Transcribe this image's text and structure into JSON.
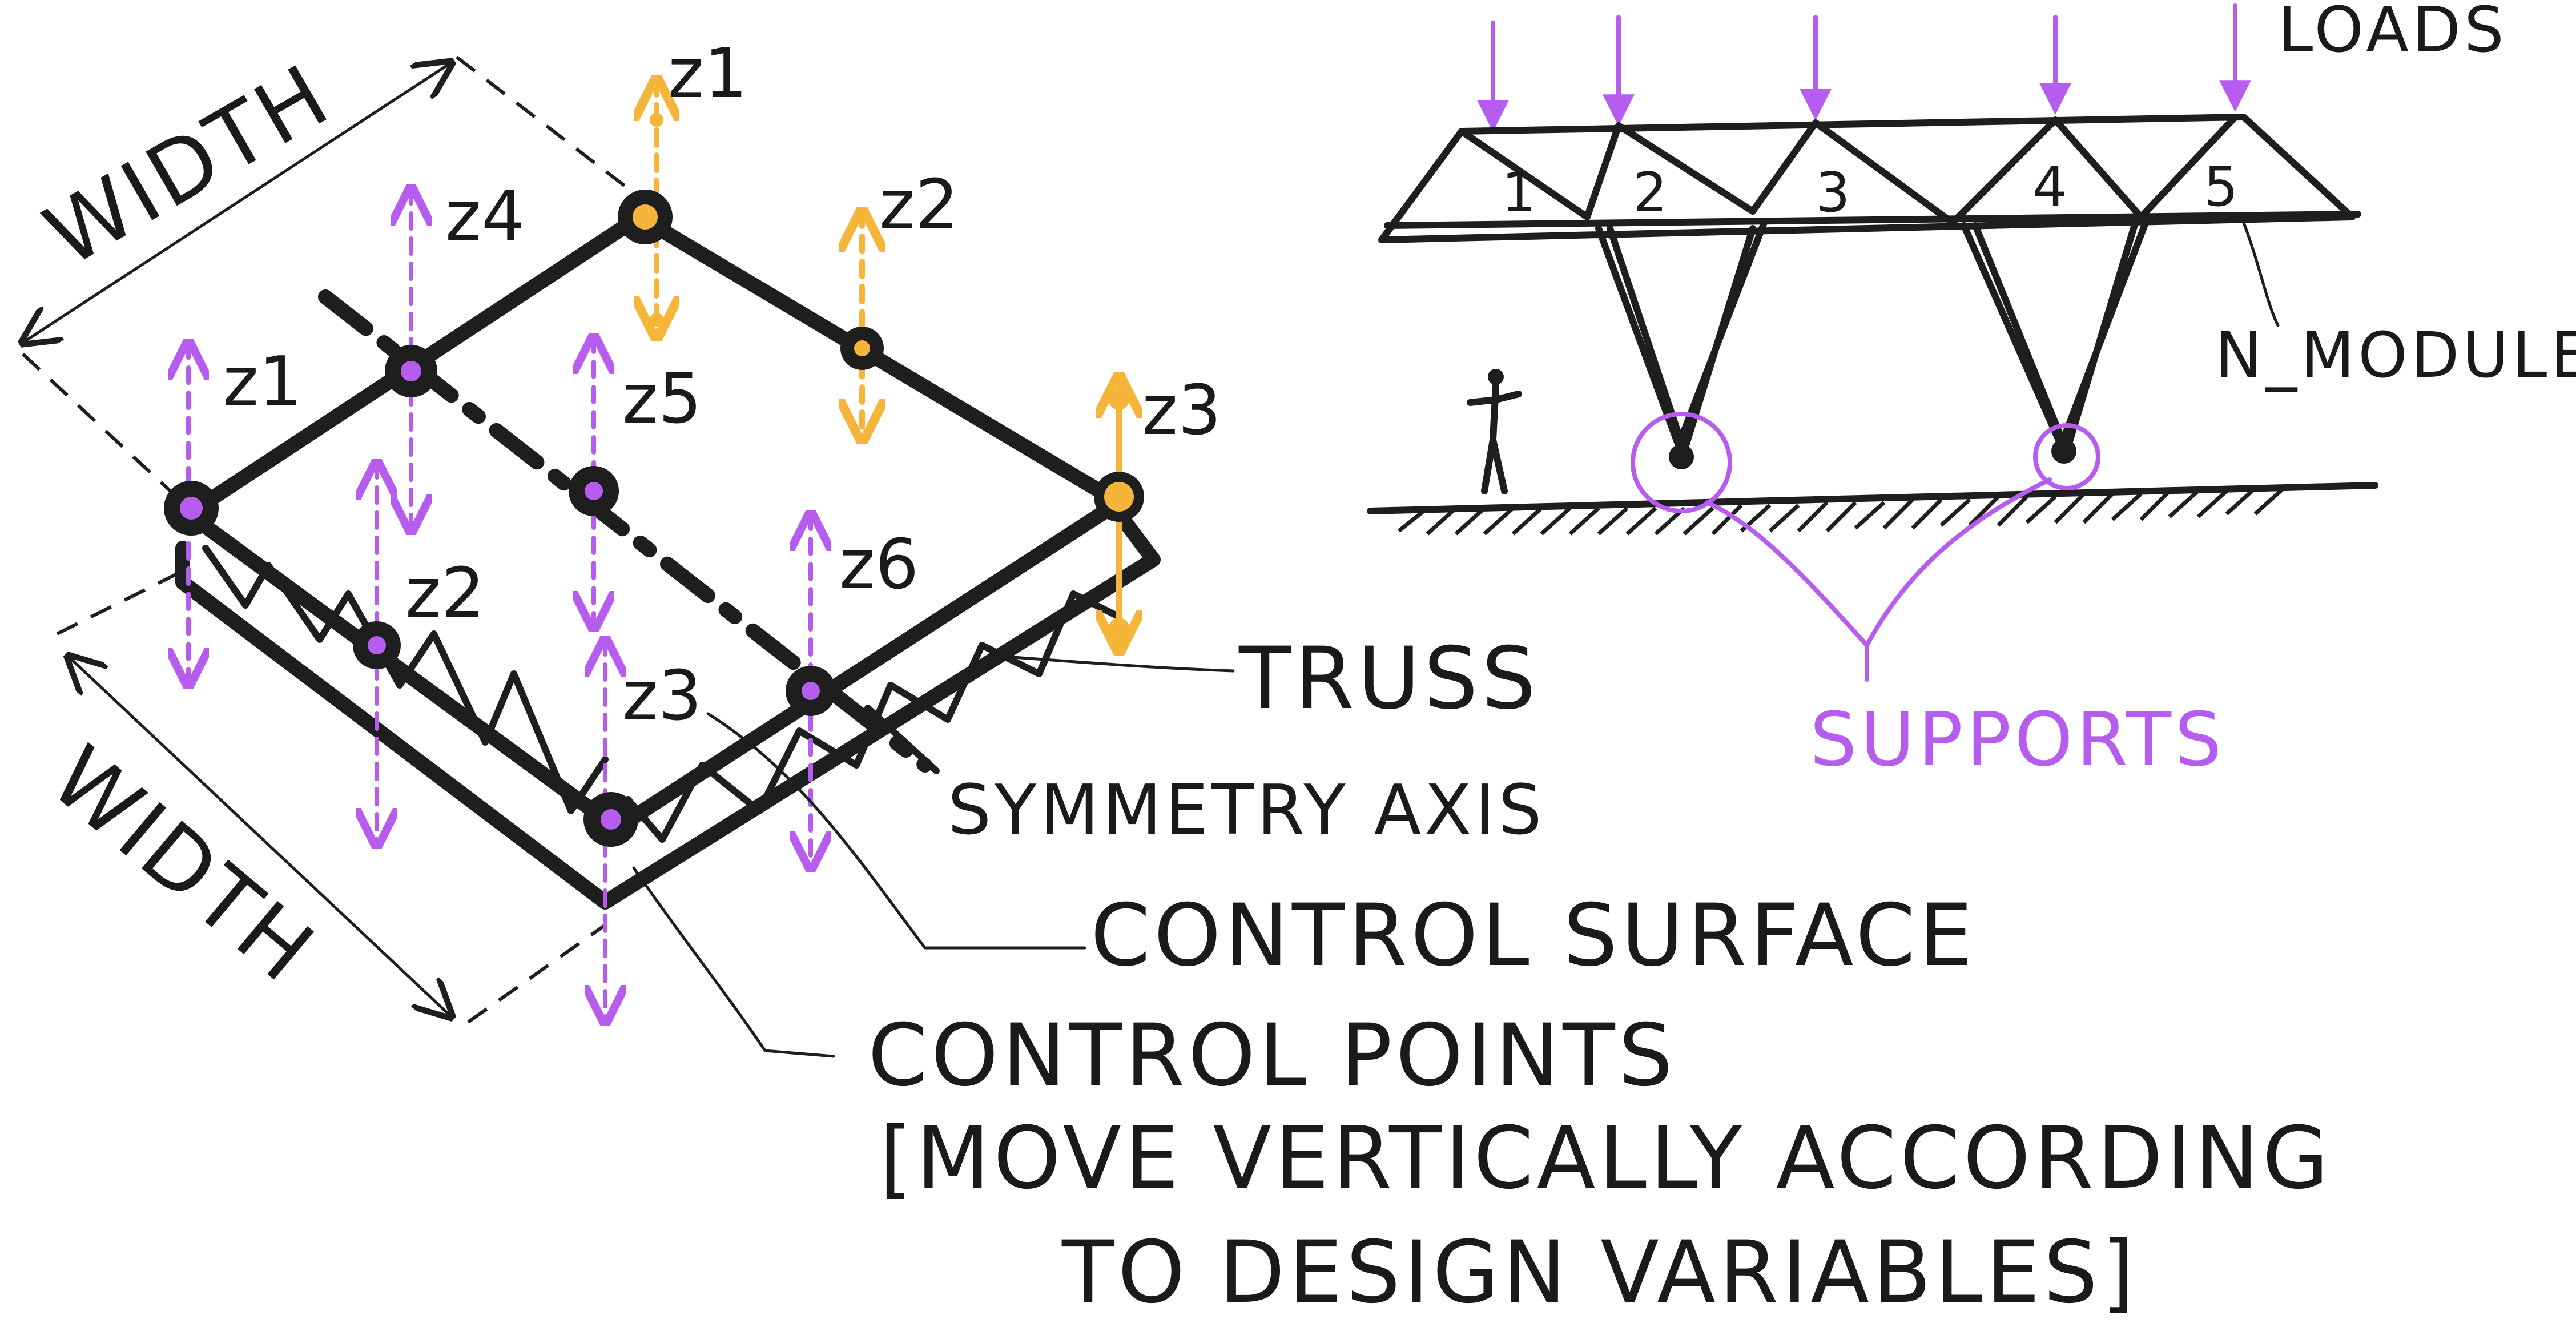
{
  "left_diagram": {
    "width_label_top": "WIDTH",
    "width_label_bottom": "WIDTH",
    "orange_points": [
      "z1",
      "z2",
      "z3"
    ],
    "purple_points": [
      "z1",
      "z4",
      "z2",
      "z5",
      "z3",
      "z6"
    ],
    "label_truss": "TRUSS",
    "label_symmetry_axis": "SYMMETRY AXIS",
    "label_control_surface": "CONTROL SURFACE",
    "label_control_points": "CONTROL POINTS",
    "note_line1": "[MOVE VERTICALLY ACCORDING",
    "note_line2": "TO DESIGN VARIABLES]"
  },
  "right_diagram": {
    "label_loads": "LOADS",
    "label_n_modules": "N_MODULES",
    "label_supports": "SUPPORTS",
    "modules": [
      "1",
      "2",
      "3",
      "4",
      "5"
    ]
  },
  "colors": {
    "ink": "#1e1e1e",
    "purple": "#b65df0",
    "orange": "#f5b53a",
    "background": "#ffffff"
  }
}
